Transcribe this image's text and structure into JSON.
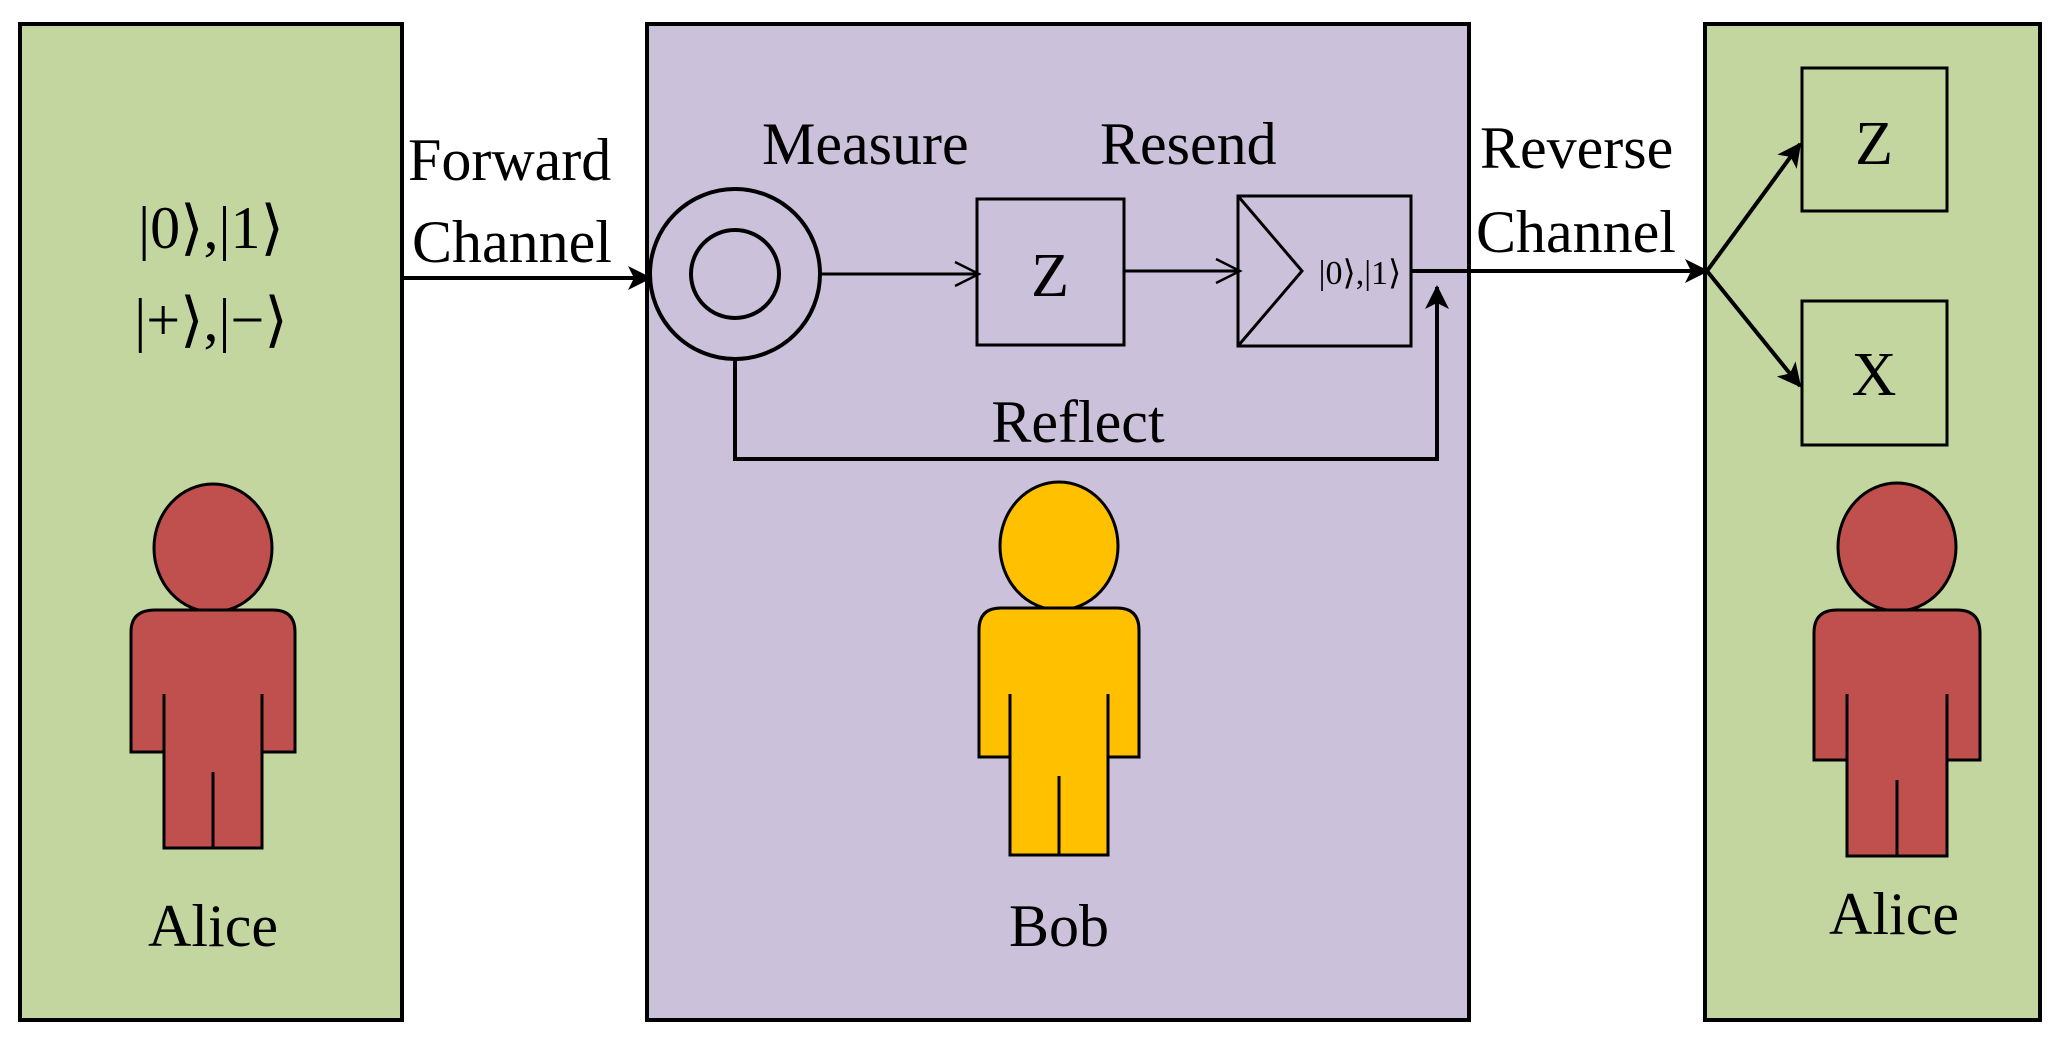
{
  "left_panel": {
    "states_line1": "|0⟩,|1⟩",
    "states_line2": "|+⟩,|−⟩",
    "person_label": "Alice"
  },
  "forward_channel": {
    "line1": "Forward",
    "line2": "Channel"
  },
  "bob_panel": {
    "measure_label": "Measure",
    "resend_label": "Resend",
    "z_box_label": "Z",
    "source_states": "|0⟩,|1⟩",
    "reflect_label": "Reflect",
    "person_label": "Bob"
  },
  "reverse_channel": {
    "line1": "Reverse",
    "line2": "Channel"
  },
  "right_panel": {
    "z_label": "Z",
    "x_label": "X",
    "person_label": "Alice"
  },
  "colors": {
    "alice_panel": "#c4d6a0",
    "bob_panel": "#ccc1da",
    "alice_person": "#c0504d",
    "bob_person": "#ffc000",
    "stroke": "#000000"
  }
}
